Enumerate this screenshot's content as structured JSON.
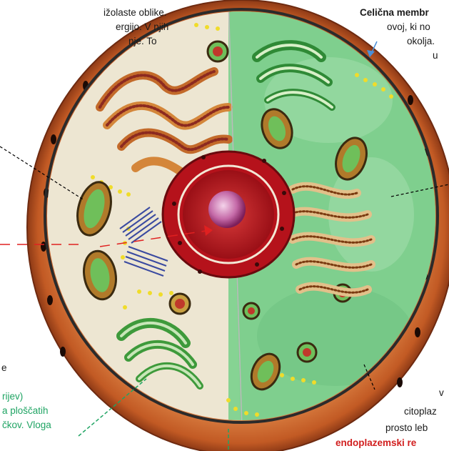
{
  "labels": {
    "top_left": [
      "ižolaste oblike.",
      "ergijo. V njih",
      "nje. To"
    ],
    "membrane_title": "Celična membr",
    "membrane_desc": [
      "ovoj, ki no",
      "okolja.",
      "u"
    ],
    "left_e": "e",
    "golgi_desc": [
      "rijev)",
      "a ploščatih",
      "čkov. Vloga"
    ],
    "bottom_right": [
      "v",
      "citoplaz",
      "prosto leb"
    ],
    "er_title": "endoplazemski re"
  },
  "colors": {
    "cell_wall": "#c8642a",
    "cytoplasm_left": "#ede6d2",
    "cytoplasm_right": "#7fcf8e",
    "nucleus": "#b5121b",
    "nucleolus": "#b04a8c",
    "golgi": "#3e9a3b",
    "mitochondria": "#9d6a22",
    "green_text": "#1fa463",
    "red_text": "#d11f1f",
    "arrow": "#4a90d9"
  }
}
